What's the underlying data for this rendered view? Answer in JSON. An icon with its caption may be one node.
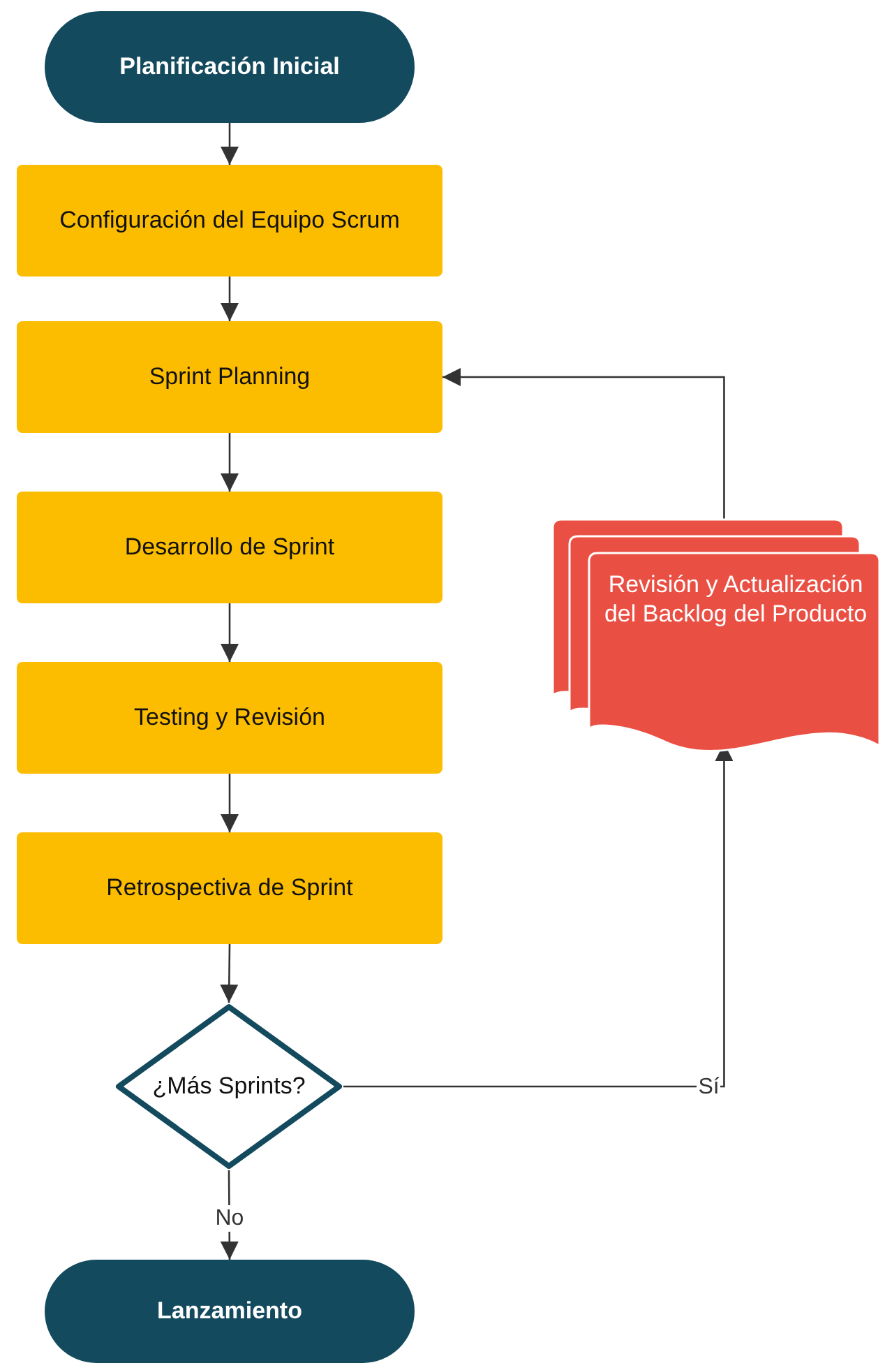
{
  "diagram": {
    "nodes": [
      {
        "text": [
          "Planificación Inicial"
        ]
      },
      {
        "text": [
          "Configuración del Equipo Scrum"
        ]
      },
      {
        "text": [
          "Sprint Planning"
        ]
      },
      {
        "text": [
          "Desarrollo de Sprint"
        ]
      },
      {
        "text": [
          "Testing y Revisión"
        ]
      },
      {
        "text": [
          "Retrospectiva de Sprint"
        ]
      },
      {
        "text": [
          "¿Más Sprints?"
        ]
      },
      {
        "text": [
          "Lanzamiento"
        ]
      },
      {
        "text": [
          "Revisión y Actualización del Backlog del Producto"
        ]
      }
    ],
    "edges": [
      {
        "from": 0,
        "to": 1,
        "arrow": "to"
      },
      {
        "from": 1,
        "to": 2,
        "arrow": "to"
      },
      {
        "from": 2,
        "to": 3,
        "arrow": "to"
      },
      {
        "from": 3,
        "to": 4,
        "arrow": "to"
      },
      {
        "from": 4,
        "to": 5,
        "arrow": "to"
      },
      {
        "from": 5,
        "to": 6,
        "arrow": "to"
      },
      {
        "from": 6,
        "to": 8,
        "arrow": "to",
        "label": "Sí"
      },
      {
        "from": 8,
        "to": 2,
        "arrow": "to"
      },
      {
        "from": 6,
        "to": 7,
        "arrow": "to",
        "label": "No"
      }
    ]
  }
}
